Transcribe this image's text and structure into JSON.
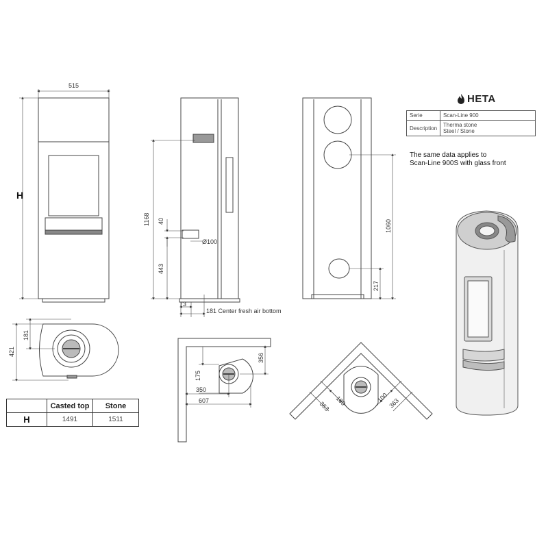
{
  "logo": {
    "text": "HETA",
    "icon": "flame-icon"
  },
  "info_table": {
    "rows": [
      {
        "key": "Serie",
        "value": "Scan-Line 900"
      },
      {
        "key": "Description",
        "value": "Therma stone\nSteel / Stone"
      }
    ]
  },
  "note": "The same data applies to\nScan-Line 900S with glass front",
  "front_view": {
    "width_label": "515",
    "height_label": "H"
  },
  "side_view": {
    "d1168": "1168",
    "d40": "40",
    "d100": "Ø100",
    "d443": "443",
    "d73": "73",
    "d181": "181 Center fresh air bottom"
  },
  "back_view": {
    "d1060": "1060",
    "d217": "217"
  },
  "top_view": {
    "d181": "181",
    "d421": "421"
  },
  "height_table": {
    "headers": [
      "",
      "Casted top",
      "Stone"
    ],
    "row": {
      "label": "H",
      "casted_top": "1491",
      "stone": "1511"
    }
  },
  "wall_view": {
    "d356": "356",
    "d175": "175",
    "d350": "350",
    "d607": "607"
  },
  "corner_view": {
    "d100a": "100",
    "d100b": "100",
    "d363a": "363",
    "d363b": "363"
  }
}
